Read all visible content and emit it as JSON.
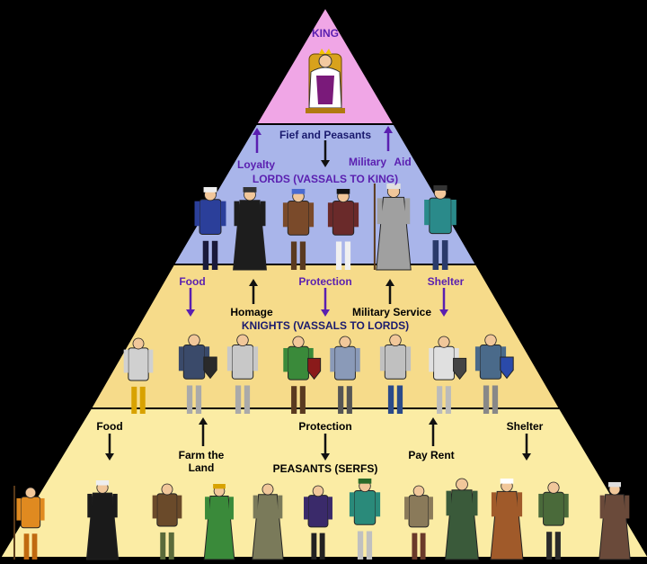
{
  "levels": {
    "king": {
      "title": "KING",
      "color": "#f0a6e6"
    },
    "lords": {
      "title": "LORDS (VASSALS TO KING)",
      "color": "#a9b5ea"
    },
    "knights": {
      "title": "KNIGHTS (VASSALS TO LORDS)",
      "color": "#f6db8a"
    },
    "peasants": {
      "title": "PEASANTS (SERFS)",
      "color": "#fbeca4"
    }
  },
  "king_lords": {
    "down": "Fief and Peasants",
    "up_left": "Loyalty",
    "up_right_1": "Military",
    "up_right_2": "Aid"
  },
  "lords_knights": {
    "food": "Food",
    "homage": "Homage",
    "protection": "Protection",
    "military_service": "Military Service",
    "shelter": "Shelter"
  },
  "knights_peasants": {
    "food": "Food",
    "farm": "Farm the Land",
    "protection": "Protection",
    "pay_rent": "Pay Rent",
    "shelter": "Shelter"
  },
  "colors": {
    "arrow_purple": "#5a1fb0",
    "arrow_black": "#111111",
    "outline": "#000000"
  }
}
